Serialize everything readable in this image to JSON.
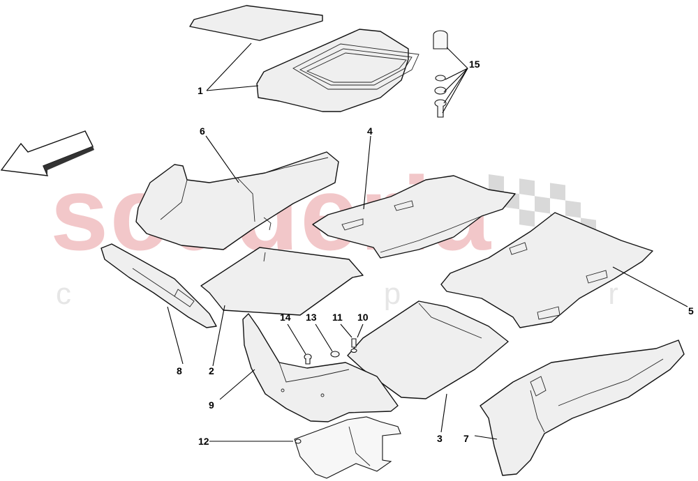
{
  "watermark": {
    "brand": "scuderia",
    "sub": "c a r p a r t s"
  },
  "callouts": [
    {
      "id": "1",
      "label": "1"
    },
    {
      "id": "2",
      "label": "2"
    },
    {
      "id": "3",
      "label": "3"
    },
    {
      "id": "4",
      "label": "4"
    },
    {
      "id": "5",
      "label": "5"
    },
    {
      "id": "6",
      "label": "6"
    },
    {
      "id": "7",
      "label": "7"
    },
    {
      "id": "8",
      "label": "8"
    },
    {
      "id": "9",
      "label": "9"
    },
    {
      "id": "10",
      "label": "10"
    },
    {
      "id": "11",
      "label": "11"
    },
    {
      "id": "12",
      "label": "12"
    },
    {
      "id": "13",
      "label": "13"
    },
    {
      "id": "14",
      "label": "14"
    },
    {
      "id": "15",
      "label": "15"
    }
  ],
  "colors": {
    "watermark": "#f2c7c9",
    "carpet": "#efefef",
    "outline": "#111111"
  }
}
